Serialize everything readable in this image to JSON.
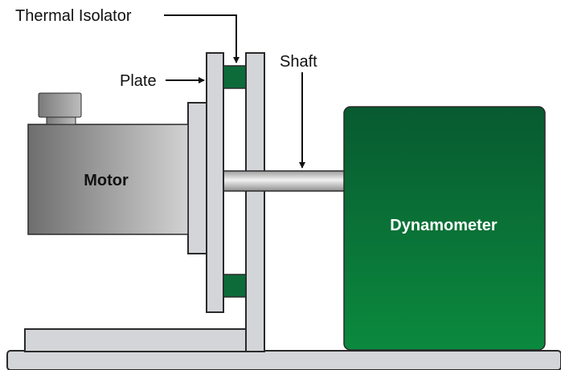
{
  "labels": {
    "thermal_isolator": "Thermal Isolator",
    "plate": "Plate",
    "shaft": "Shaft",
    "motor": "Motor",
    "dynamometer": "Dynamometer"
  },
  "colors": {
    "frame_fill": "#d4d5d9",
    "frame_stroke": "#2a2a2a",
    "isolator_green": "#0d6b3a",
    "dynamometer_green_top": "#085a30",
    "dynamometer_green_bottom": "#0b8a3e",
    "motor_dark": "#6e6e6e",
    "motor_light": "#cfcfcf",
    "label_text": "#111111",
    "dynamometer_text": "#ffffff"
  }
}
